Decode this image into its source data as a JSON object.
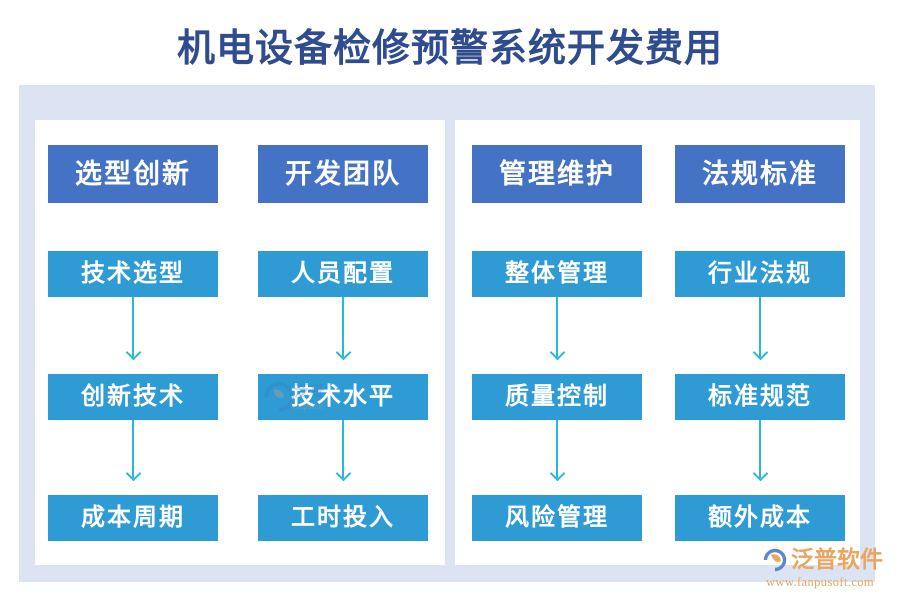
{
  "title": "机电设备检修预警系统开发费用",
  "colors": {
    "title_text": "#2F4C8F",
    "header_box": "#4472C4",
    "sub_box": "#2E9BD4",
    "arrow": "#2BB8D4",
    "outer_frame": "#DCE3F3",
    "panel_background": "#FFFFFF",
    "brand": "#E8A661"
  },
  "panels": [
    {
      "name": "left-panel"
    },
    {
      "name": "right-panel"
    }
  ],
  "columns": [
    {
      "id": "col-1",
      "header": "选型创新",
      "nodes": [
        "技术选型",
        "创新技术",
        "成本周期"
      ]
    },
    {
      "id": "col-2",
      "header": "开发团队",
      "nodes": [
        "人员配置",
        "技术水平",
        "工时投入"
      ]
    },
    {
      "id": "col-3",
      "header": "管理维护",
      "nodes": [
        "整体管理",
        "质量控制",
        "风险管理"
      ]
    },
    {
      "id": "col-4",
      "header": "法规标准",
      "nodes": [
        "行业法规",
        "标准规范",
        "额外成本"
      ]
    }
  ],
  "brand": {
    "name": "泛普软件",
    "url": "www.fanpusoft.com"
  }
}
